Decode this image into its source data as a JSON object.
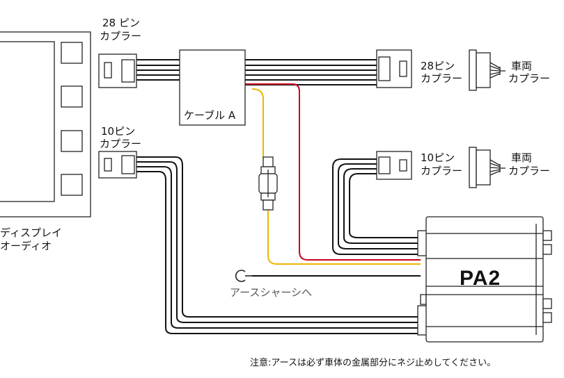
{
  "labels": {
    "coupler_28_left": [
      "28 ピン",
      "カプラー"
    ],
    "coupler_10_left": [
      "10ピン",
      "カプラー"
    ],
    "display": [
      "ディスプレイ",
      "オーディオ"
    ],
    "cable_a": "ケーブル A",
    "coupler_28_right": [
      "28ピン",
      "カプラー"
    ],
    "vehicle_top": [
      "車両",
      "カプラー"
    ],
    "coupler_10_right": [
      "10ピン",
      "カプラー"
    ],
    "vehicle_bottom": [
      "車両",
      "カプラー"
    ],
    "ground": "アースシャーシへ",
    "unit": "PA2",
    "note": "注意:アースは必ず車体の金属部分にネジ止めしてください。"
  },
  "colors": {
    "wire_black": "#111111",
    "wire_yellow": "#f0b400",
    "wire_red": "#c8001e",
    "outline": "#222222",
    "label_gray": "#555555"
  }
}
